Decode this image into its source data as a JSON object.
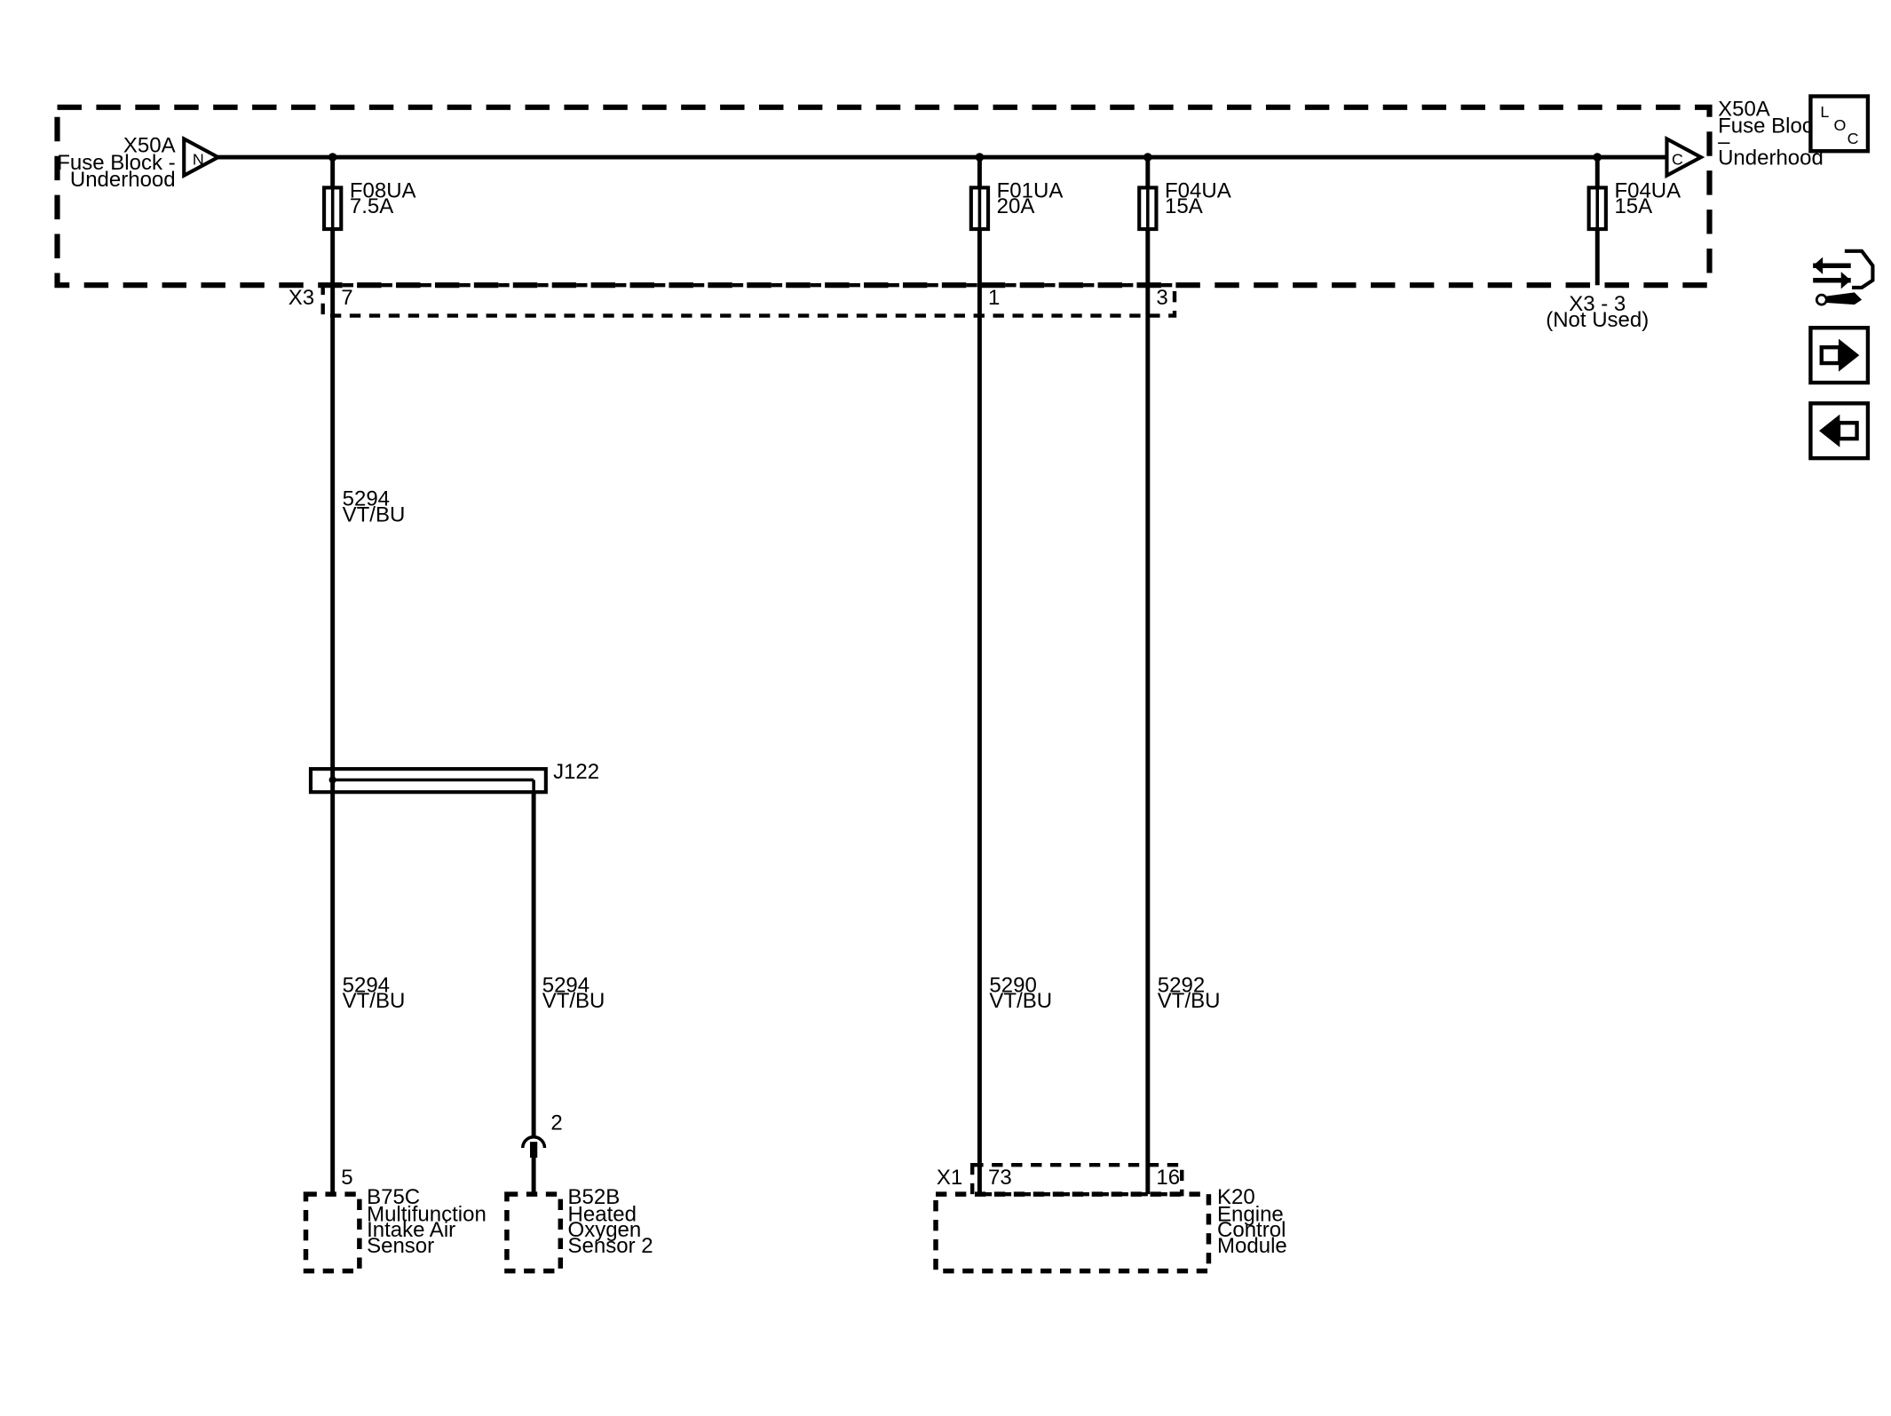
{
  "fuse_block": {
    "left_label": [
      "X50A",
      "Fuse Block -",
      "Underhood"
    ],
    "right_label": [
      "X50A",
      "Fuse Block",
      "–",
      "Underhood"
    ],
    "left_pin": "N",
    "right_pin": "C",
    "connector": "X3",
    "not_used": [
      "X3 - 3",
      "(Not Used)"
    ]
  },
  "fuses": [
    {
      "name": "F08UA",
      "rating": "7.5A",
      "pin": "7"
    },
    {
      "name": "F01UA",
      "rating": "20A",
      "pin": "1"
    },
    {
      "name": "F04UA",
      "rating": "15A",
      "pin": "3"
    },
    {
      "name": "F04UA",
      "rating": "15A"
    }
  ],
  "splice": {
    "name": "J122"
  },
  "wires": [
    {
      "circuit": "5294",
      "color": "VT/BU"
    },
    {
      "circuit": "5294",
      "color": "VT/BU"
    },
    {
      "circuit": "5294",
      "color": "VT/BU"
    },
    {
      "circuit": "5290",
      "color": "VT/BU"
    },
    {
      "circuit": "5292",
      "color": "VT/BU"
    }
  ],
  "components": {
    "b75c": {
      "pin": "5",
      "label": [
        "B75C",
        "Multifunction",
        "Intake Air",
        "Sensor"
      ]
    },
    "b52b": {
      "pin": "2",
      "label": [
        "B52B",
        "Heated",
        "Oxygen",
        "Sensor 2"
      ]
    },
    "k20": {
      "connector": "X1",
      "pins": [
        "73",
        "16"
      ],
      "label": [
        "K20",
        "Engine",
        "Control",
        "Module"
      ]
    }
  },
  "nav": {
    "loc_letters": [
      "L",
      "O",
      "C"
    ],
    "icons": [
      "connector-repair-icon",
      "arrow-right-icon",
      "arrow-left-icon"
    ]
  }
}
